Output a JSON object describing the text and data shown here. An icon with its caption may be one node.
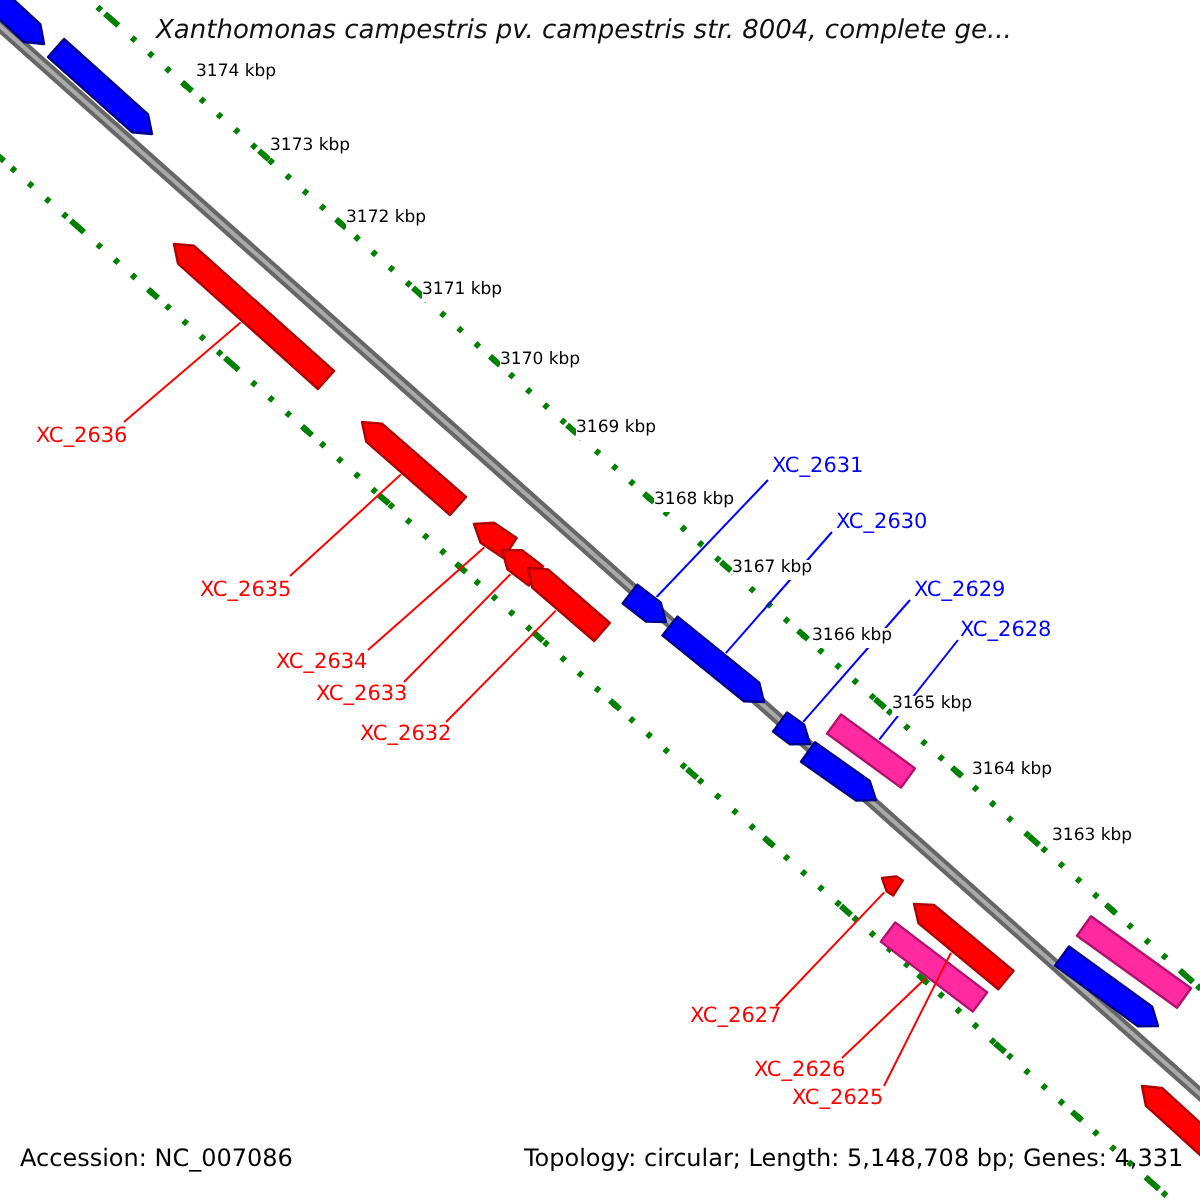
{
  "diagram": {
    "title": "Xanthomonas campestris pv. campestris str. 8004, complete ge...",
    "nodes": [
      {
        "text": [],
        "shape": "bar"
      },
      {
        "text": [],
        "shape": "bar"
      },
      {
        "text": [],
        "shape": "bar"
      },
      {
        "text": [],
        "shape": "bar"
      },
      {
        "text": [],
        "shape": "bar"
      },
      {
        "text": [],
        "shape": "bar"
      },
      {
        "text": [],
        "shape": "bar"
      },
      {
        "text": [],
        "shape": "bar"
      },
      {
        "text": [],
        "shape": "bar"
      },
      {
        "text": [],
        "shape": "bar"
      },
      {
        "text": [],
        "shape": "bar"
      },
      {
        "text": [],
        "shape": "bar"
      },
      {
        "text": [],
        "shape": "bar"
      },
      {
        "text": [],
        "shape": "bar"
      },
      {
        "text": [],
        "shape": "bar"
      },
      {
        "text": [],
        "shape": "bar"
      },
      {
        "text": [],
        "shape": "bar"
      },
      {
        "text": [],
        "shape": "bar"
      },
      {
        "text": [
          "XC_2636"
        ]
      },
      {
        "text": [
          "XC_2631"
        ]
      },
      {
        "text": [
          "XC_2630"
        ]
      },
      {
        "text": [
          "XC_2635"
        ]
      },
      {
        "text": [
          "XC_2629"
        ]
      },
      {
        "text": [
          "XC_2628"
        ]
      },
      {
        "text": [
          "XC_2634"
        ]
      },
      {
        "text": [
          "XC_2633"
        ]
      },
      {
        "text": [
          "XC_2632"
        ]
      },
      {
        "text": [
          "XC_2627"
        ]
      },
      {
        "text": [
          "XC_2626"
        ]
      },
      {
        "text": [
          "XC_2625"
        ]
      }
    ],
    "edges": [
      {
        "from": 18,
        "to": 2,
        "arrow": "none"
      },
      {
        "from": 19,
        "to": 7,
        "arrow": "none",
        "color": "#0000ff"
      },
      {
        "from": 20,
        "to": 8,
        "arrow": "none",
        "color": "#0000ff"
      },
      {
        "from": 21,
        "to": 3,
        "arrow": "none"
      },
      {
        "from": 22,
        "to": 9,
        "arrow": "none",
        "color": "#0000ff"
      },
      {
        "from": 23,
        "to": 10,
        "arrow": "none",
        "color": "#0000ff"
      },
      {
        "from": 24,
        "to": 4,
        "arrow": "none"
      },
      {
        "from": 25,
        "to": 5,
        "arrow": "none"
      },
      {
        "from": 26,
        "to": 6,
        "arrow": "none"
      },
      {
        "from": 27,
        "to": 12,
        "arrow": "none"
      },
      {
        "from": 28,
        "to": 14,
        "arrow": "none"
      },
      {
        "from": 29,
        "to": 13,
        "arrow": "none"
      }
    ],
    "labels": [
      "3174 kbp",
      "3173 kbp",
      "3172 kbp",
      "3171 kbp",
      "3170 kbp",
      "3169 kbp",
      "3168 kbp",
      "3167 kbp",
      "3166 kbp",
      "3165 kbp",
      "3164 kbp",
      "3163 kbp",
      "Accession: NC_007086",
      "Topology: circular; Length: 5,148,708 bp; Genes: 4,331"
    ]
  }
}
